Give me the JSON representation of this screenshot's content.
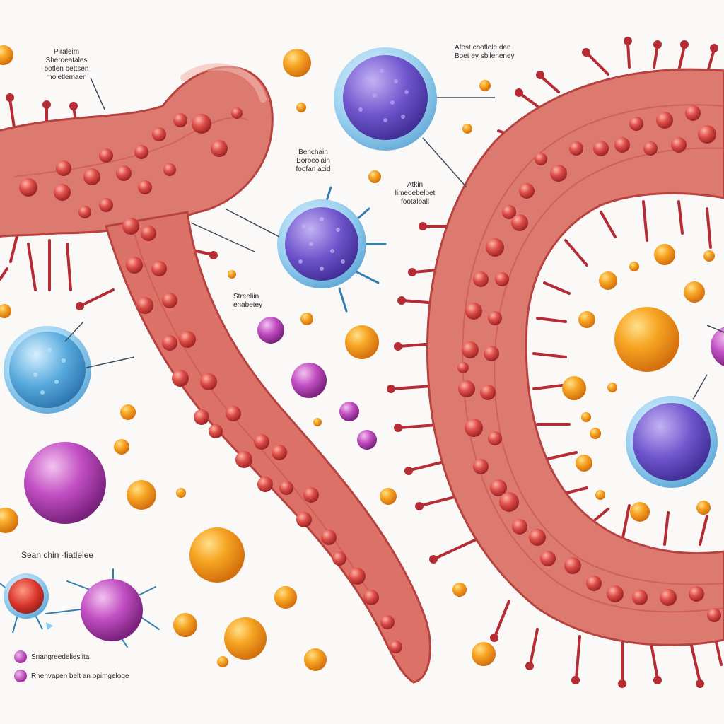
{
  "labels": {
    "top_left": "Piraleim\nSheroeatales\nbotlen bettsen\nmoletlemaen",
    "top_right": "Afost choflole dan\nBoet ey sbileneney",
    "center_top": "Benchain\nBorbeolain\nfoofan acid",
    "center_right": "Atkin\nlimeoebelbet\nfootalball",
    "middle": "Streeliin\nenabetey",
    "bottom_left_title": "Sean chin ·fiatlelee"
  },
  "legend": {
    "item1": "Snangreedelieslita",
    "item2": "Rhenvapen belt an opimgeloge"
  },
  "colors": {
    "membrane": "#d7645c",
    "membrane_dark": "#b8423f",
    "bead": "#d94a45",
    "spike": "#b52c35",
    "blue_cell": "#7fc1e6",
    "purple_core": "#6a55c9",
    "magenta_cell": "#b24ab8",
    "orange_ball": "#f39a1f"
  }
}
